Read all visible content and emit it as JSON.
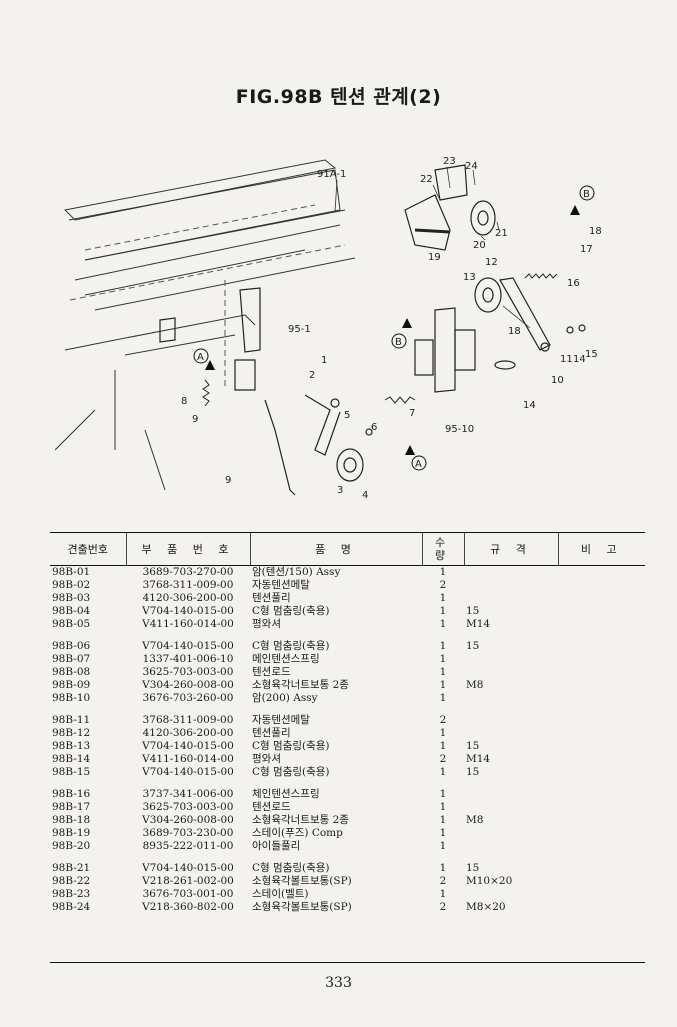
{
  "title": "FIG.98B 텐션 관계(2)",
  "diagram_labels": {
    "l91A1": "91A-1",
    "l23": "23",
    "l24": "24",
    "l22": "22",
    "l20": "20",
    "l21": "21",
    "l19": "19",
    "lB1": "B",
    "l18a": "18",
    "l17": "17",
    "l16": "16",
    "l12": "12",
    "l13": "13",
    "l18b": "18",
    "l951": "95-1",
    "lB2": "B",
    "l1": "1",
    "l2": "2",
    "lA1": "A",
    "l8": "8",
    "l9a": "9",
    "l5": "5",
    "l6": "6",
    "l7": "7",
    "l11": "11",
    "l14a": "14",
    "l15": "15",
    "l10": "10",
    "l14b": "14",
    "l9510": "95-10",
    "lA2": "A",
    "l3": "3",
    "l4": "4",
    "l9b": "9"
  },
  "table": {
    "headers": [
      "견출번호",
      "부 품 번 호",
      "품 명",
      "수 량",
      "규 격",
      "비 고"
    ],
    "groups": [
      [
        {
          "no": "98B-01",
          "part": "3689-703-270-00",
          "name": "암(텐션/150) Assy",
          "qty": "1",
          "spec": ""
        },
        {
          "no": "98B-02",
          "part": "3768-311-009-00",
          "name": "자동텐션메탈",
          "qty": "2",
          "spec": ""
        },
        {
          "no": "98B-03",
          "part": "4120-306-200-00",
          "name": "텐션풀리",
          "qty": "1",
          "spec": ""
        },
        {
          "no": "98B-04",
          "part": "V704-140-015-00",
          "name": "C형 멈춤링(축용)",
          "qty": "1",
          "spec": "15"
        },
        {
          "no": "98B-05",
          "part": "V411-160-014-00",
          "name": "평와셔",
          "qty": "1",
          "spec": "M14"
        }
      ],
      [
        {
          "no": "98B-06",
          "part": "V704-140-015-00",
          "name": "C형 멈춤링(축용)",
          "qty": "1",
          "spec": "15"
        },
        {
          "no": "98B-07",
          "part": "1337-401-006-10",
          "name": "메인텐션스프링",
          "qty": "1",
          "spec": ""
        },
        {
          "no": "98B-08",
          "part": "3625-703-003-00",
          "name": "텐션로드",
          "qty": "1",
          "spec": ""
        },
        {
          "no": "98B-09",
          "part": "V304-260-008-00",
          "name": "소형육각너트보통 2종",
          "qty": "1",
          "spec": "M8"
        },
        {
          "no": "98B-10",
          "part": "3676-703-260-00",
          "name": "암(200) Assy",
          "qty": "1",
          "spec": ""
        }
      ],
      [
        {
          "no": "98B-11",
          "part": "3768-311-009-00",
          "name": "자동텐션메탈",
          "qty": "2",
          "spec": ""
        },
        {
          "no": "98B-12",
          "part": "4120-306-200-00",
          "name": "텐션풀리",
          "qty": "1",
          "spec": ""
        },
        {
          "no": "98B-13",
          "part": "V704-140-015-00",
          "name": "C형 멈춤링(축용)",
          "qty": "1",
          "spec": "15"
        },
        {
          "no": "98B-14",
          "part": "V411-160-014-00",
          "name": "평와셔",
          "qty": "2",
          "spec": "M14"
        },
        {
          "no": "98B-15",
          "part": "V704-140-015-00",
          "name": "C형 멈춤링(축용)",
          "qty": "1",
          "spec": "15"
        }
      ],
      [
        {
          "no": "98B-16",
          "part": "3737-341-006-00",
          "name": "체인텐션스프링",
          "qty": "1",
          "spec": ""
        },
        {
          "no": "98B-17",
          "part": "3625-703-003-00",
          "name": "텐션로드",
          "qty": "1",
          "spec": ""
        },
        {
          "no": "98B-18",
          "part": "V304-260-008-00",
          "name": "소형육각너트보통 2종",
          "qty": "1",
          "spec": "M8"
        },
        {
          "no": "98B-19",
          "part": "3689-703-230-00",
          "name": "스테이(푸즈) Comp",
          "qty": "1",
          "spec": ""
        },
        {
          "no": "98B-20",
          "part": "8935-222-011-00",
          "name": "아이들풀리",
          "qty": "1",
          "spec": ""
        }
      ],
      [
        {
          "no": "98B-21",
          "part": "V704-140-015-00",
          "name": "C형 멈춤링(축용)",
          "qty": "1",
          "spec": "15"
        },
        {
          "no": "98B-22",
          "part": "V218-261-002-00",
          "name": "소형육각볼트보통(SP)",
          "qty": "2",
          "spec": "M10×20"
        },
        {
          "no": "98B-23",
          "part": "3676-703-001-00",
          "name": "스테이(벨트)",
          "qty": "1",
          "spec": ""
        },
        {
          "no": "98B-24",
          "part": "V218-360-802-00",
          "name": "소형육각볼트보통(SP)",
          "qty": "2",
          "spec": "M8×20"
        }
      ]
    ]
  },
  "page_number": "333"
}
